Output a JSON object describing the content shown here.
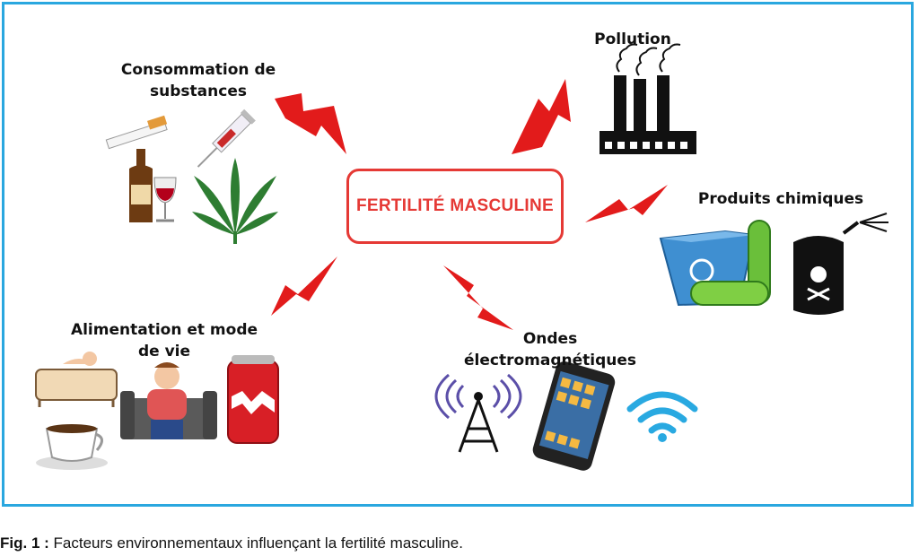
{
  "center": {
    "label": "FERTILITÉ MASCULINE"
  },
  "categories": {
    "substances": "Consommation de substances",
    "pollution": "Pollution",
    "chemicals": "Produits chimiques",
    "lifestyle": "Alimentation et mode de vie",
    "waves": "Ondes électromagnétiques"
  },
  "caption": {
    "prefix": "Fig. 1 :",
    "text": "Facteurs environnementaux influençant la fertilité masculine."
  },
  "colors": {
    "accent": "#e53935",
    "frame": "#2aa7df",
    "bolt": "#e21b1b"
  }
}
